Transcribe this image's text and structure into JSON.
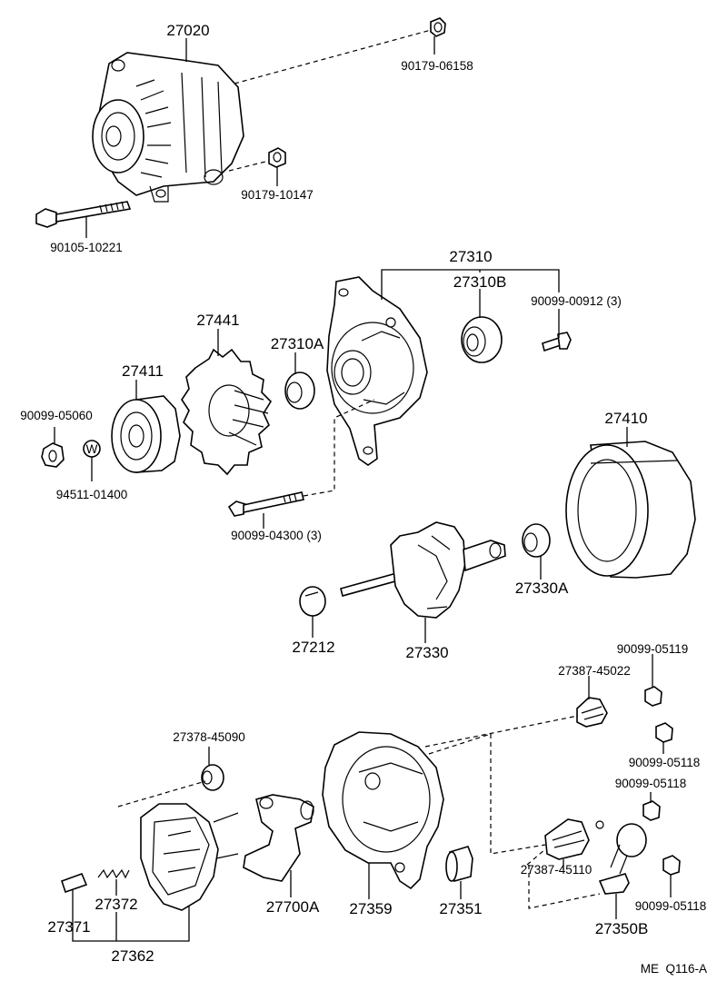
{
  "diagram_code": "ME  Q116-A",
  "parts": {
    "p27020": "27020",
    "p90179_06158": "90179-06158",
    "p90179_10147": "90179-10147",
    "p90105_10221": "90105-10221",
    "p27310": "27310",
    "p27310B": "27310B",
    "p90099_00912": "90099-00912 (3)",
    "p27441": "27441",
    "p27310A": "27310A",
    "p27411": "27411",
    "p90099_05060": "90099-05060",
    "p94511_01400": "94511-01400",
    "washer_mark": "W",
    "p27410": "27410",
    "p90099_04300": "90099-04300 (3)",
    "p27330A": "27330A",
    "p27212": "27212",
    "p27330": "27330",
    "p90099_05119": "90099-05119",
    "p27387_45022": "27387-45022",
    "p27378_45090": "27378-45090",
    "p90099_05118a": "90099-05118",
    "p90099_05118b": "90099-05118",
    "p27387_45110": "27387-45110",
    "p90099_05118c": "90099-05118",
    "p27372": "27372",
    "p27371": "27371",
    "p27700A": "27700A",
    "p27359": "27359",
    "p27351": "27351",
    "p27350B": "27350B",
    "p27362": "27362"
  }
}
